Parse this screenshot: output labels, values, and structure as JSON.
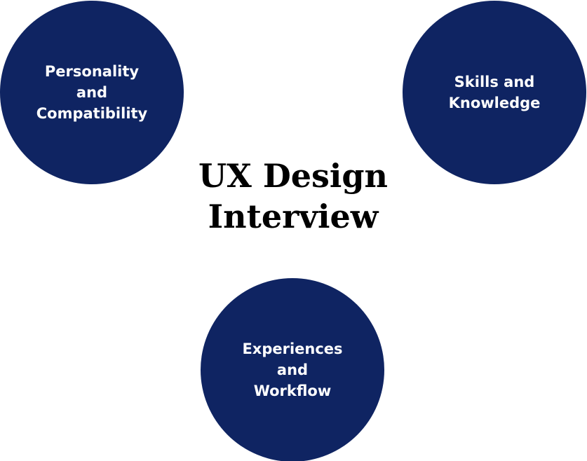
{
  "colors": {
    "node_fill": "#0f2462",
    "node_text": "#ffffff",
    "title_text": "#000000",
    "background": "#ffffff"
  },
  "diagram": {
    "title": "UX Design\nInterview",
    "nodes": [
      {
        "label": "Personality\nand\nCompatibility"
      },
      {
        "label": "Skills and\nKnowledge"
      },
      {
        "label": "Experiences\nand\nWorkflow"
      }
    ]
  }
}
